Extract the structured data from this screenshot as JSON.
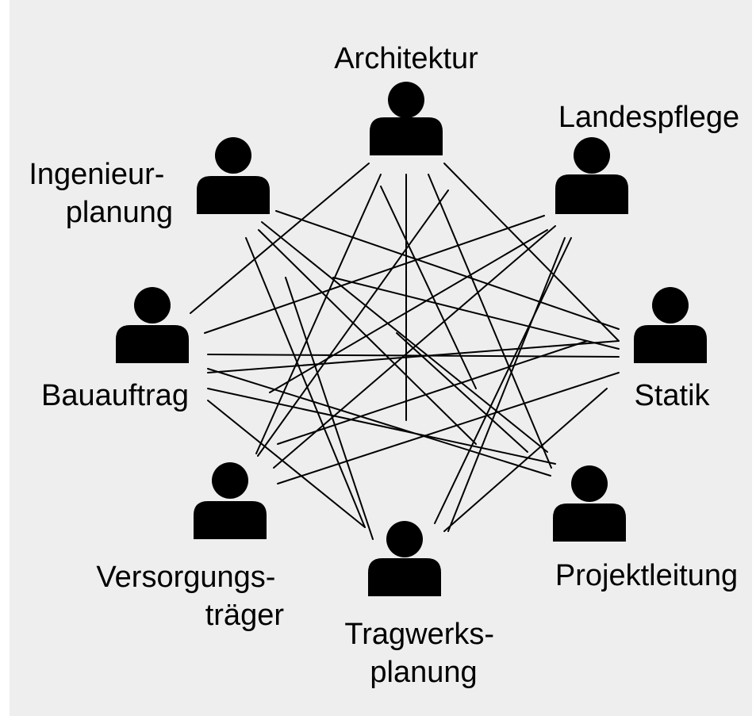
{
  "colors": {
    "background": "#eeeeee",
    "lines": "#000000",
    "icons": "#000000"
  },
  "icon": "person-icon",
  "nodes": [
    {
      "id": "architektur",
      "label": [
        "Architektur"
      ]
    },
    {
      "id": "landespflege",
      "label": [
        "Landespflege"
      ]
    },
    {
      "id": "statik",
      "label": [
        "Statik"
      ]
    },
    {
      "id": "projektleitung",
      "label": [
        "Projektleitung"
      ]
    },
    {
      "id": "tragwerksplanung",
      "label": [
        "Tragwerks-",
        "planung"
      ]
    },
    {
      "id": "versorgungstraeger",
      "label": [
        "Versorgungs-",
        "träger"
      ]
    },
    {
      "id": "bauauftrag",
      "label": [
        "Bauauftrag"
      ]
    },
    {
      "id": "ingenieurplanung",
      "label": [
        "Ingenieur-",
        "planung"
      ]
    }
  ],
  "connections": "all-to-all"
}
